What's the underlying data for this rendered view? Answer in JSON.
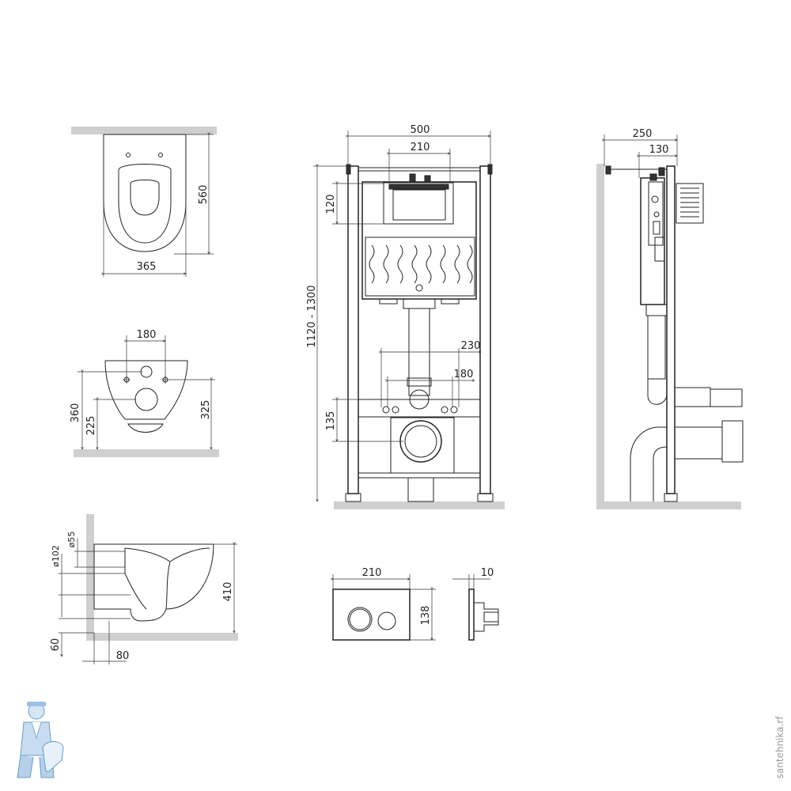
{
  "dimensions": {
    "bowl_top_width": "365",
    "bowl_top_length": "560",
    "bowl_front_hole_spacing": "180",
    "bowl_front_height_total": "360",
    "bowl_front_height_lower": "225",
    "bowl_front_height_right": "325",
    "bowl_side_outlet_small": "ø55",
    "bowl_side_outlet_large": "ø102",
    "bowl_side_height": "410",
    "bowl_side_floor": "60",
    "bowl_side_depth": "80",
    "frame_width": "500",
    "frame_cistern_width": "210",
    "frame_top_offset": "120",
    "frame_height": "1120 - 1300",
    "frame_bolt_outer": "230",
    "frame_bolt_inner": "180",
    "frame_outlet_offset": "135",
    "frame_side_depth": "250",
    "frame_side_inner": "130",
    "button_width": "210",
    "button_height": "138",
    "button_thickness": "10"
  },
  "watermark": "santehnika.rf",
  "logo": "plumber-mascot"
}
